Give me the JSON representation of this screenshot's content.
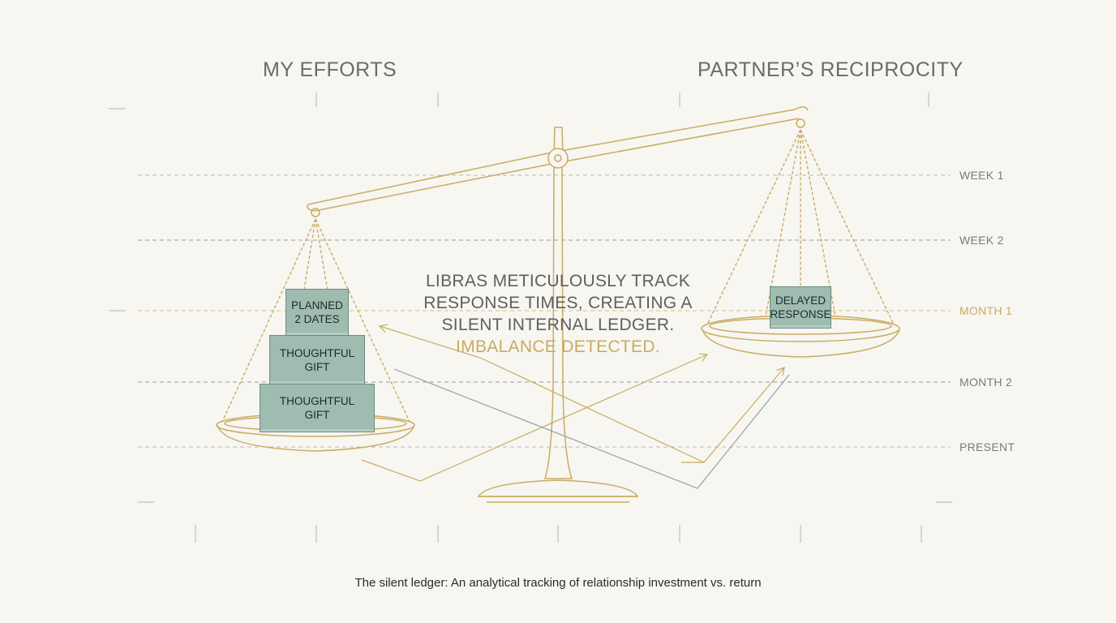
{
  "titles": {
    "left": "MY EFFORTS",
    "right": "PARTNER’S RECIPROCITY"
  },
  "timeline": {
    "labels": [
      "WEEK 1",
      "WEEK 2",
      "MONTH 1",
      "MONTH 2",
      "PRESENT"
    ],
    "highlighted": "MONTH 1"
  },
  "left_pan": {
    "items": [
      {
        "line1": "PLANNED",
        "line2": "2 DATES"
      },
      {
        "line1": "THOUGHTFUL",
        "line2": "GIFT"
      },
      {
        "line1": "THOUGHTFUL",
        "line2": "GIFT"
      }
    ]
  },
  "right_pan": {
    "items": [
      {
        "line1": "DELAYED",
        "line2": "RESPONSE"
      }
    ]
  },
  "center_text": {
    "line1": "LIBRAS METICULOUSLY TRACK",
    "line2": "RESPONSE TIMES, CREATING A",
    "line3": "SILENT INTERNAL LEDGER.",
    "highlight": "IMBALANCE DETECTED."
  },
  "caption": "The silent ledger: An analytical tracking of relationship investment vs. return",
  "colors": {
    "background": "#f7f6f1",
    "gold": "#c9ab62",
    "box_fill": "#9fbcb1",
    "gray_line": "#8fa3a5",
    "text": "#5f5f5f"
  }
}
